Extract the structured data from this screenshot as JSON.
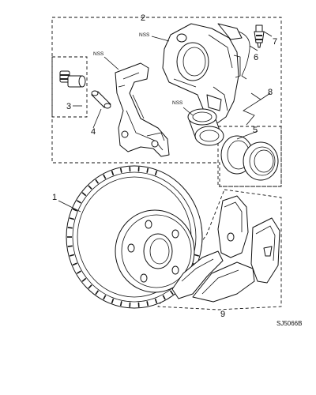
{
  "callouts": {
    "c1": "1",
    "c2": "2",
    "c3": "3",
    "c4": "4",
    "c5": "5",
    "c6": "6",
    "c7": "7",
    "c8": "8",
    "c9": "9"
  },
  "side_tags": {
    "carrier": "NSS",
    "caliper": "NSS",
    "piston": "NSS"
  },
  "reference_code": "SJ5066B"
}
